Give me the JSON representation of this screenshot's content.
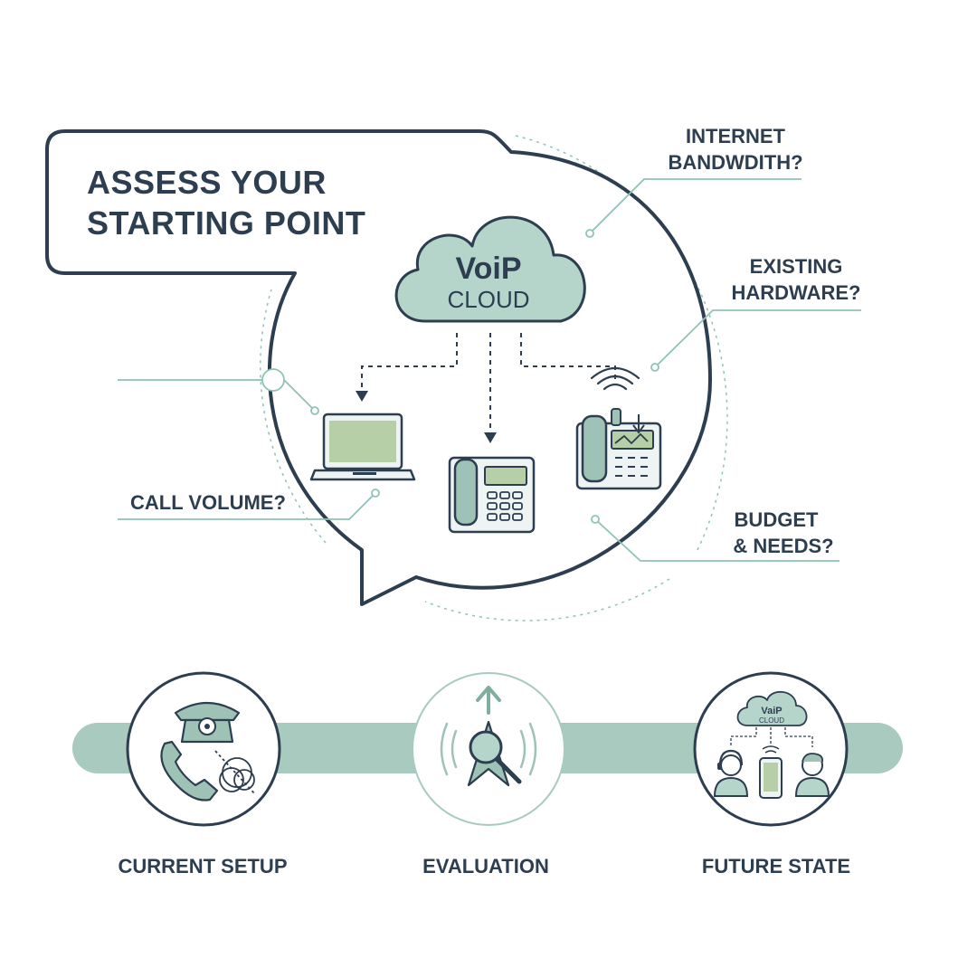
{
  "title": {
    "line1": "ASSESS YOUR",
    "line2": "STARTING POINT"
  },
  "cloud": {
    "main": "VoiP",
    "sub": "CLOUD"
  },
  "questions": {
    "internet": {
      "line1": "INTERNET",
      "line2": "BANDWDITH?"
    },
    "hardware": {
      "line1": "EXISTING",
      "line2": "HARDWARE?"
    },
    "call_volume": {
      "line1": "CALL VOLUME?"
    },
    "budget": {
      "line1": "BUDGET",
      "line2": "& NEEDS?"
    }
  },
  "stages": [
    {
      "label": "CURRENT SETUP"
    },
    {
      "label": "EVALUATION"
    },
    {
      "label": "FUTURE STATE"
    }
  ],
  "mini_cloud": {
    "main": "VaiP",
    "sub": "CLOUD"
  },
  "colors": {
    "navy": "#2c3e50",
    "sage": "#a8cabf",
    "sage_dark": "#7fae9f",
    "teal_line": "#8fc3b6",
    "screen": "#b7cfa6"
  }
}
